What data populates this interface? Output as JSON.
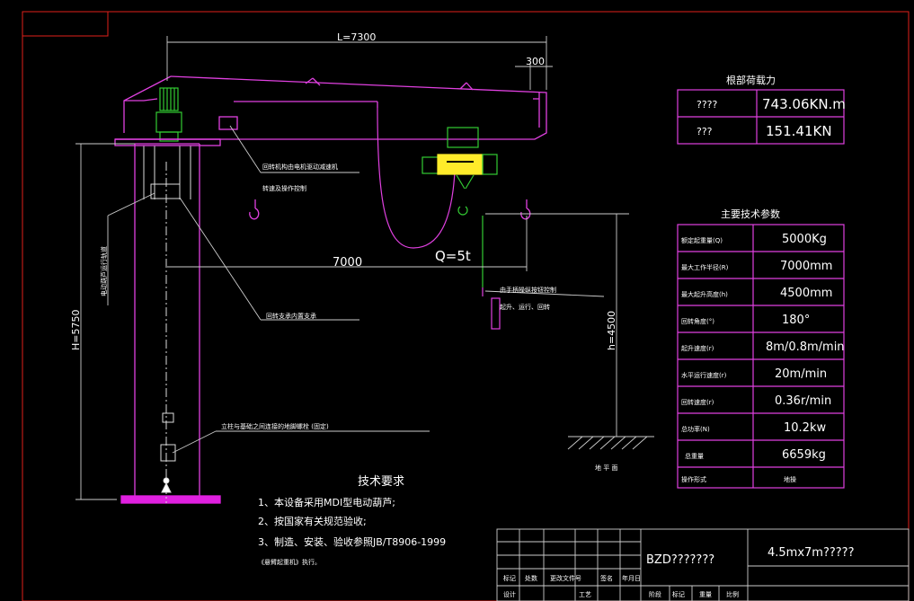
{
  "dims": {
    "L": "L=7300",
    "overhang": "300",
    "radius": "7000",
    "load": "Q=5t",
    "H": "H=5750",
    "h": "h=4500"
  },
  "notes_left": {
    "label_a": "回转机构由电机驱动减速机",
    "label_b": "转速及操作控制",
    "label_c": "电动葫芦运行轨道",
    "label_d": "回转支承内置支承",
    "label_e": "立柱与基础之间连接的地脚螺栓 (固定)",
    "label_f": "由手柄操纵按钮控制",
    "label_g": "起升、运行、回转",
    "ground": "地 平 面"
  },
  "load_table": {
    "title": "根部荷载力",
    "rows": [
      {
        "label": "????",
        "value": "743.06KN.m"
      },
      {
        "label": "???",
        "value": "151.41KN"
      }
    ]
  },
  "params_table": {
    "title": "主要技术参数",
    "rows": [
      {
        "label": "额定起重量(Q)",
        "value": "5000Kg"
      },
      {
        "label": "最大工作半径(R)",
        "value": "7000mm"
      },
      {
        "label": "最大起升高度(h)",
        "value": "4500mm"
      },
      {
        "label": "回转角度(°)",
        "value": "180°"
      },
      {
        "label": "起升速度(r)",
        "value": "8m/0.8m/min"
      },
      {
        "label": "水平运行速度(r)",
        "value": "20m/min"
      },
      {
        "label": "回转速度(r)",
        "value": "0.36r/min"
      },
      {
        "label": "总功率(N)",
        "value": "10.2kw"
      },
      {
        "label": "总重量",
        "value": "6659kg"
      },
      {
        "label": "操作形式",
        "value": "地操"
      }
    ]
  },
  "tech_req": {
    "title": "技术要求",
    "items": [
      "1、本设备采用MDI型电动葫芦;",
      "2、按国家有关规范验收;",
      "3、制造、安装、验收参照JB/T8906-1999",
      "《悬臂起重机》执行。"
    ]
  },
  "title_block": {
    "drawing_no": "BZD???????",
    "name": "4.5mx7m?????",
    "c1": "标记",
    "c2": "处数",
    "c3": "更改文件号",
    "c4": "签名",
    "c5": "年月日",
    "c6": "设计",
    "c7": "工艺",
    "c8": "阶段",
    "c9": "标记",
    "c10": "重量",
    "c11": "比例"
  }
}
